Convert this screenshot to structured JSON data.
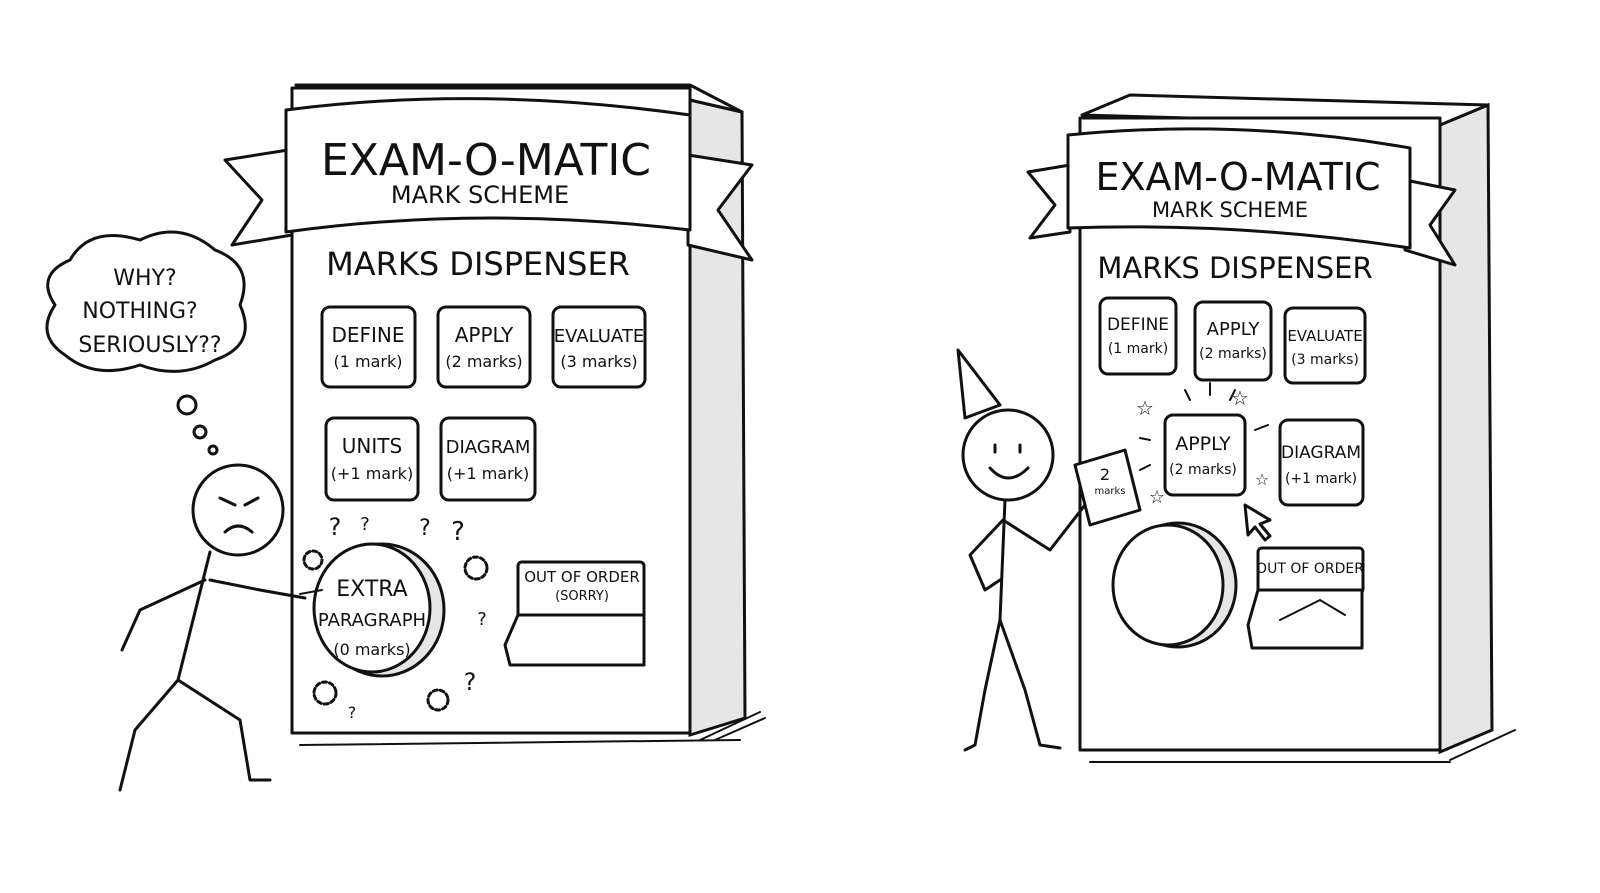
{
  "left_scene": {
    "banner_title": "EXAM-O-MATIC",
    "banner_subtitle": "MARK SCHEME",
    "heading": "MARKS DISPENSER",
    "buttons": [
      {
        "label": "DEFINE",
        "marks": "(1 mark)"
      },
      {
        "label": "APPLY",
        "marks": "(2 marks)"
      },
      {
        "label": "EVALUATE",
        "marks": "(3 marks)"
      },
      {
        "label": "UNITS",
        "marks": "(+1 mark)"
      },
      {
        "label": "DIAGRAM",
        "marks": "(+1 mark)"
      }
    ],
    "big_button": {
      "line1": "EXTRA",
      "line2": "PARAGRAPH",
      "marks": "(0 marks)"
    },
    "tray": {
      "line1": "OUT OF ORDER",
      "line2": "(SORRY)"
    },
    "thought": {
      "line1": "WHY?",
      "line2": "NOTHING?",
      "line3": "SERIOUSLY??"
    },
    "question_mark": "?"
  },
  "right_scene": {
    "banner_title": "EXAM-O-MATIC",
    "banner_subtitle": "MARK SCHEME",
    "heading": "MARKS DISPENSER",
    "buttons": [
      {
        "label": "DEFINE",
        "marks": "(1 mark)"
      },
      {
        "label": "APPLY",
        "marks": "(2 marks)"
      },
      {
        "label": "EVALUATE",
        "marks": "(3 marks)"
      },
      {
        "label": "APPLY",
        "marks": "(2 marks)"
      },
      {
        "label": "DIAGRAM",
        "marks": "(+1 mark)"
      }
    ],
    "tray": {
      "line1": "OUT OF ORDER"
    },
    "packet": {
      "number": "2",
      "unit": "marks"
    }
  }
}
